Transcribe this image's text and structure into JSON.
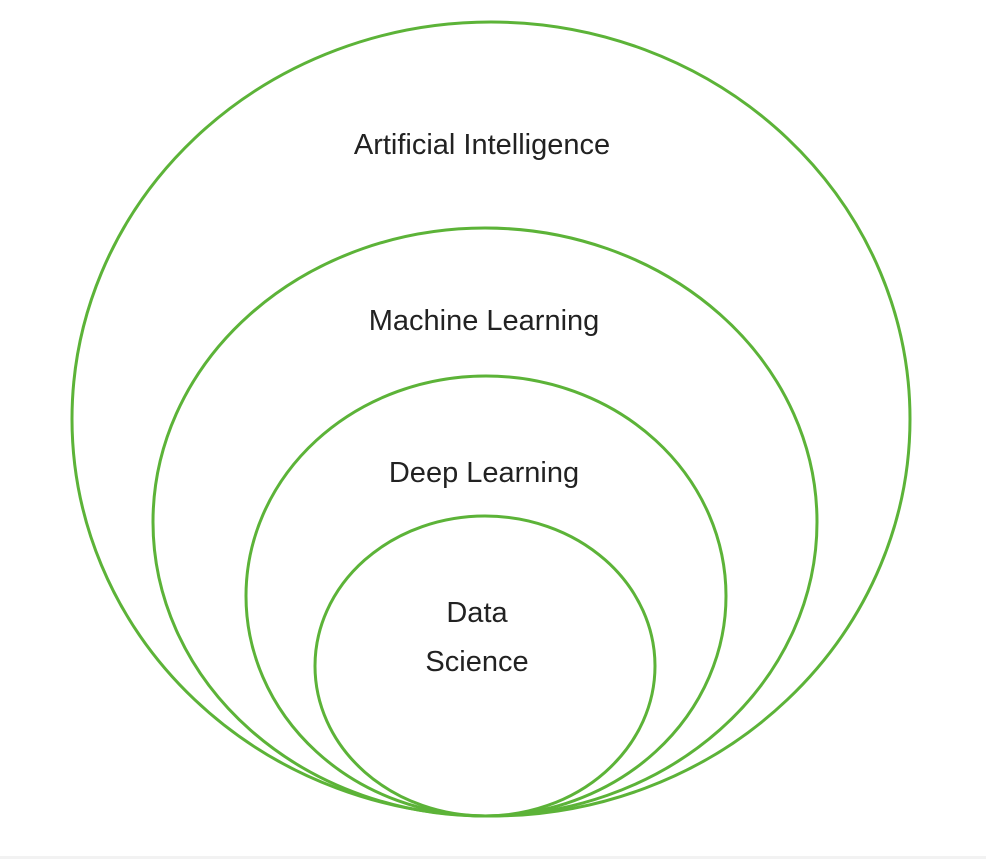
{
  "diagram": {
    "type": "nested-sets",
    "stroke_color": "#5cb338",
    "sets": [
      {
        "id": "ai",
        "label": "Artificial Intelligence"
      },
      {
        "id": "ml",
        "label": "Machine Learning"
      },
      {
        "id": "dl",
        "label": "Deep Learning"
      },
      {
        "id": "ds",
        "label_line1": "Data",
        "label_line2": "Science"
      }
    ]
  }
}
